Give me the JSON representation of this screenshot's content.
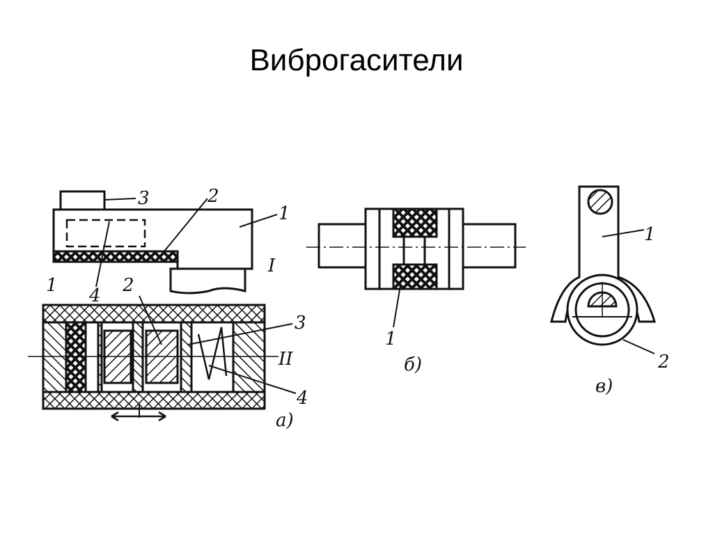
{
  "title": "Виброгасители",
  "figure_a": {
    "labels": {
      "top_3": "3",
      "top_2": "2",
      "top_1": "1",
      "view_I": "I",
      "bot_1": "1",
      "top_4": "4",
      "bot_2": "2",
      "bot_3": "3",
      "view_II": "II",
      "bot_4": "4"
    },
    "caption": "а)"
  },
  "figure_b": {
    "labels": {
      "part_1": "1"
    },
    "caption": "б)"
  },
  "figure_v": {
    "labels": {
      "part_1": "1",
      "part_2": "2"
    },
    "caption": "в)"
  }
}
